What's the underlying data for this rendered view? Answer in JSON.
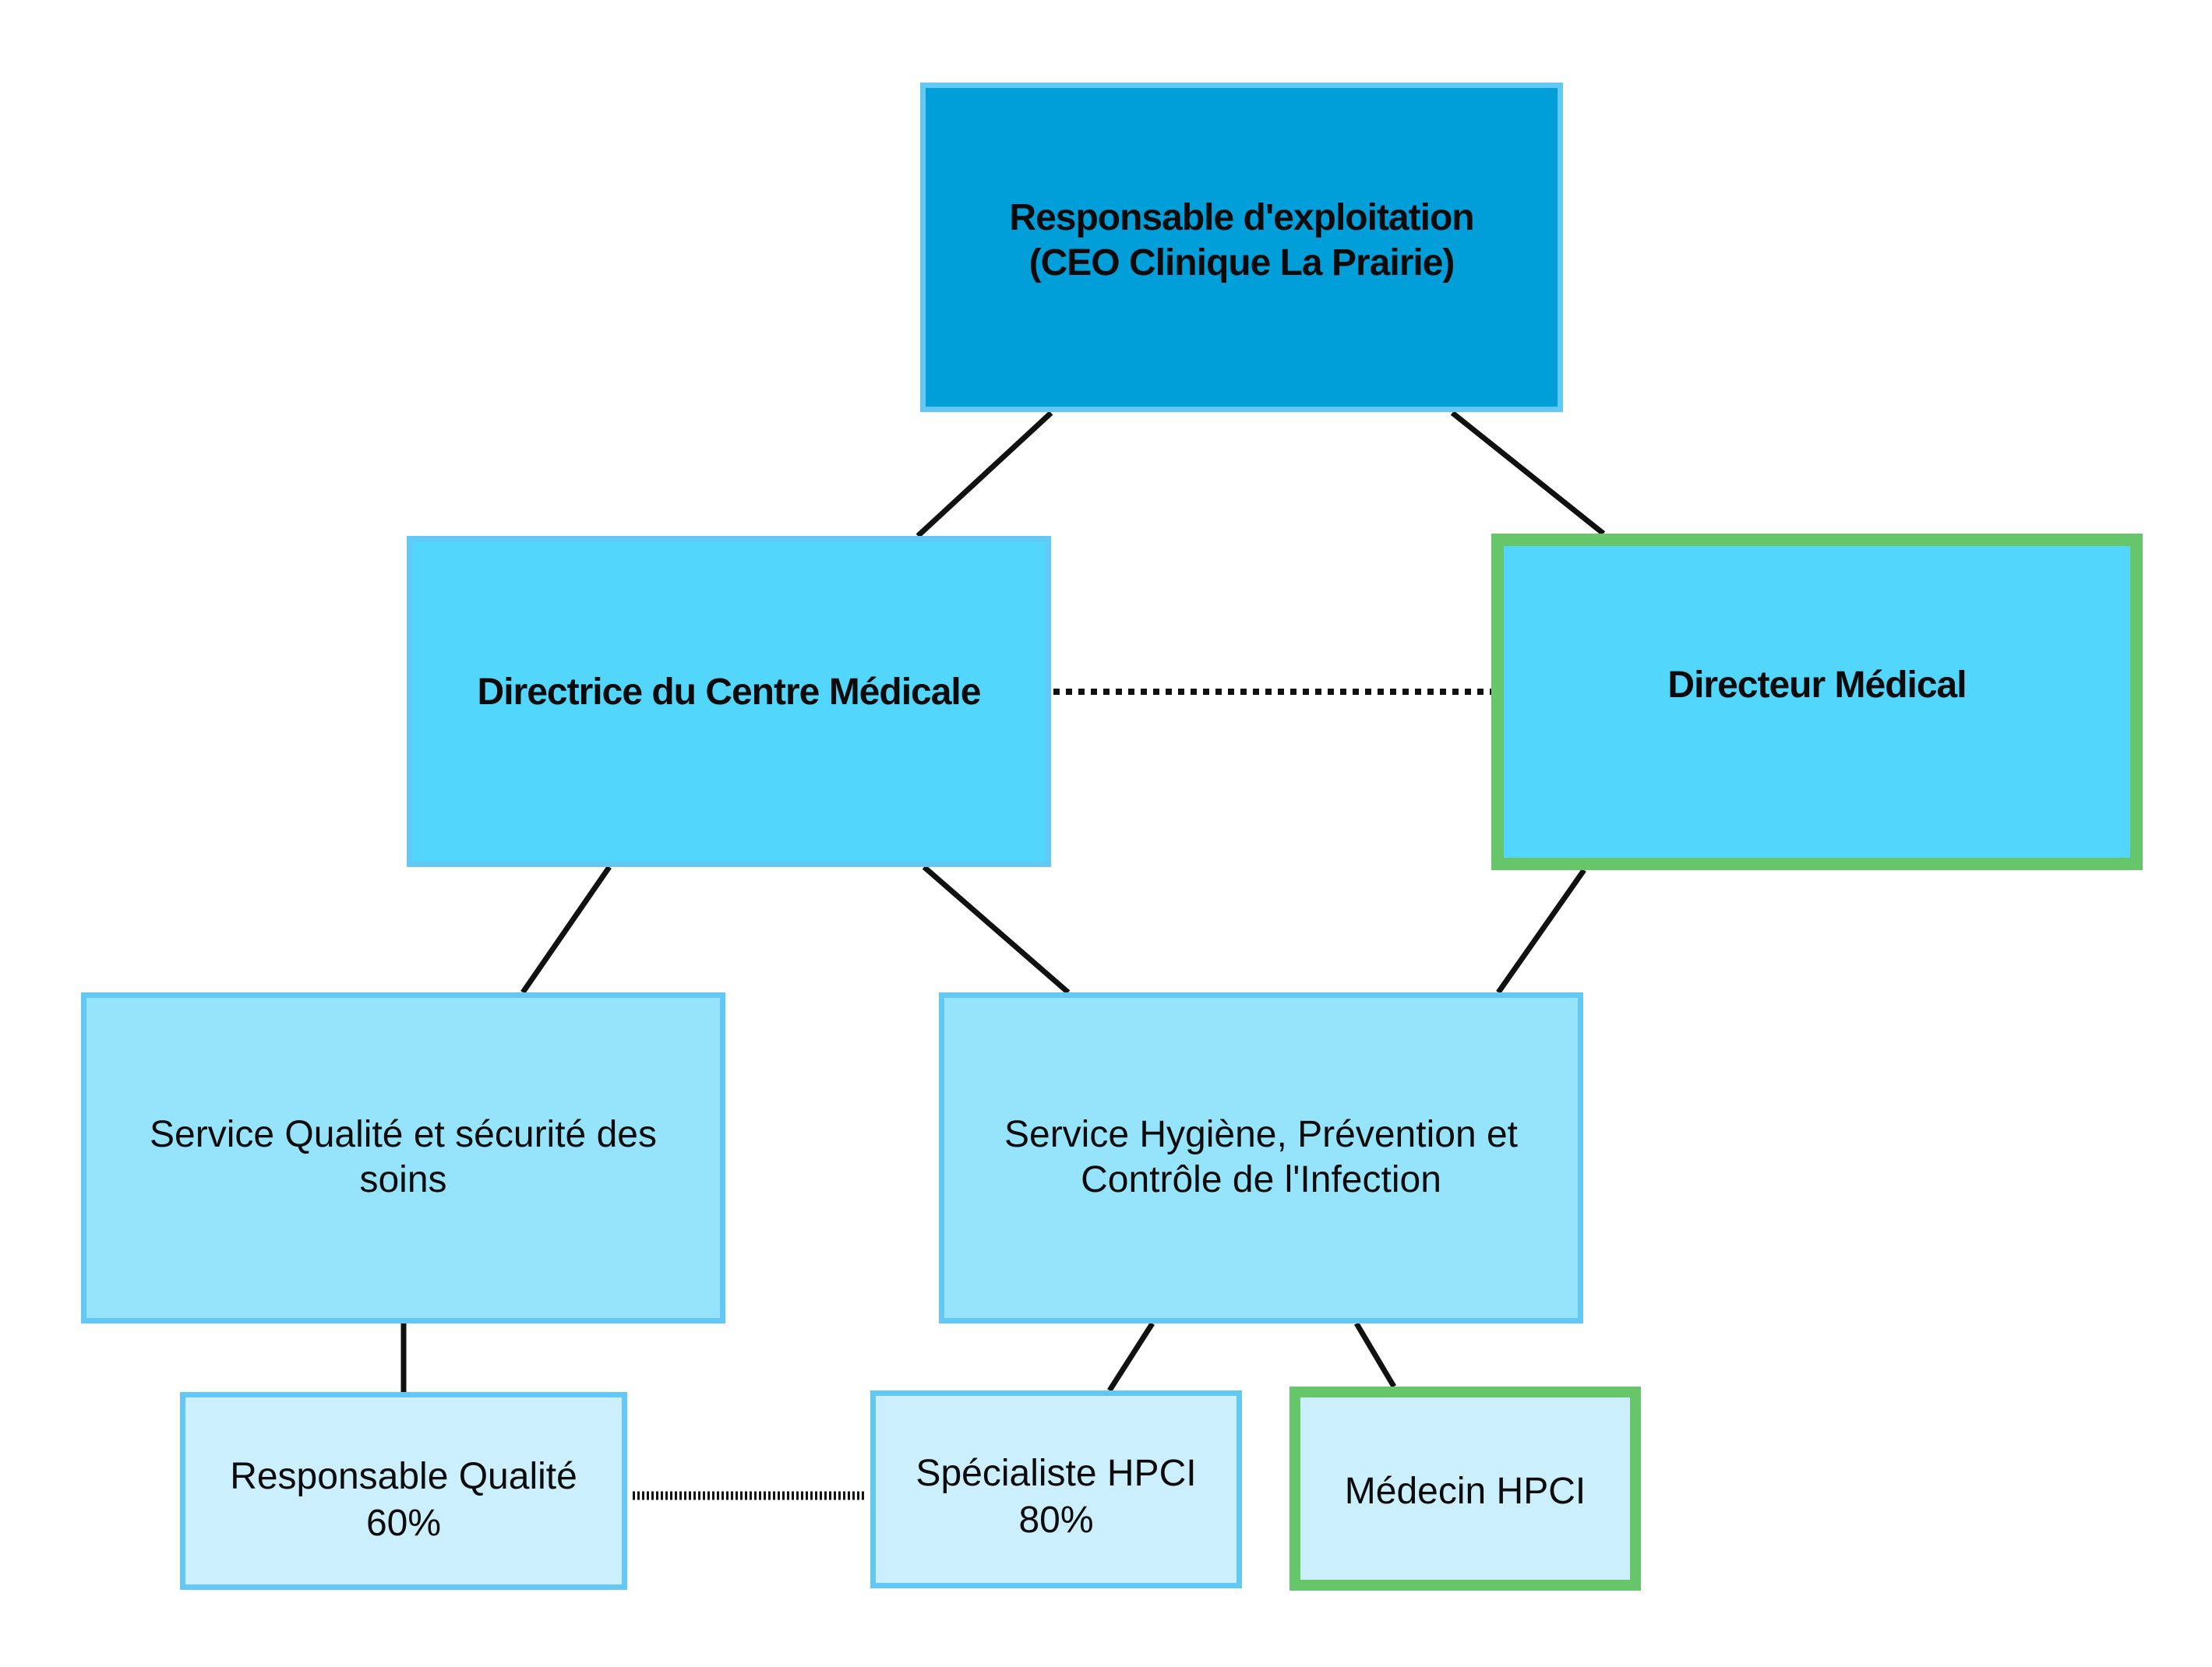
{
  "diagram": {
    "nodes": [
      {
        "id": "ceo",
        "lines": [
          "Responsable d'exploitation",
          "(CEO Clinique La Prairie)"
        ],
        "highlight": false
      },
      {
        "id": "directrice",
        "lines": [
          "Directrice du Centre Médicale"
        ],
        "highlight": false
      },
      {
        "id": "directeur",
        "lines": [
          "Directeur Médical"
        ],
        "highlight": true
      },
      {
        "id": "svc_qualite",
        "lines": [
          "Service Qualité et sécurité des",
          "soins"
        ],
        "highlight": false
      },
      {
        "id": "svc_hygiene",
        "lines": [
          "Service Hygiène, Prévention et",
          "Contrôle de l'Infection"
        ],
        "highlight": false
      },
      {
        "id": "resp_qualite",
        "lines": [
          "Responsable Qualité",
          "60%"
        ],
        "highlight": false
      },
      {
        "id": "specialiste",
        "lines": [
          "Spécialiste HPCI",
          "80%"
        ],
        "highlight": false
      },
      {
        "id": "medecin",
        "lines": [
          "Médecin HPCI"
        ],
        "highlight": true
      }
    ],
    "edges": [
      {
        "from": "ceo",
        "to": "directrice",
        "style": "solid"
      },
      {
        "from": "ceo",
        "to": "directeur",
        "style": "solid"
      },
      {
        "from": "directrice",
        "to": "directeur",
        "style": "dotted"
      },
      {
        "from": "directrice",
        "to": "svc_qualite",
        "style": "solid"
      },
      {
        "from": "directrice",
        "to": "svc_hygiene",
        "style": "solid"
      },
      {
        "from": "directeur",
        "to": "svc_hygiene",
        "style": "solid"
      },
      {
        "from": "svc_qualite",
        "to": "resp_qualite",
        "style": "solid"
      },
      {
        "from": "svc_hygiene",
        "to": "specialiste",
        "style": "solid"
      },
      {
        "from": "svc_hygiene",
        "to": "medecin",
        "style": "solid"
      },
      {
        "from": "resp_qualite",
        "to": "specialiste",
        "style": "dotted"
      }
    ]
  },
  "colors": {
    "ceo_fill": "#009fd9",
    "level2_fill": "#52d6fc",
    "level3_fill": "#96e4fb",
    "level4_fill": "#cbeffc",
    "box_border": "#64c8f4",
    "highlight_border": "#67c66a",
    "connector": "#111111"
  }
}
